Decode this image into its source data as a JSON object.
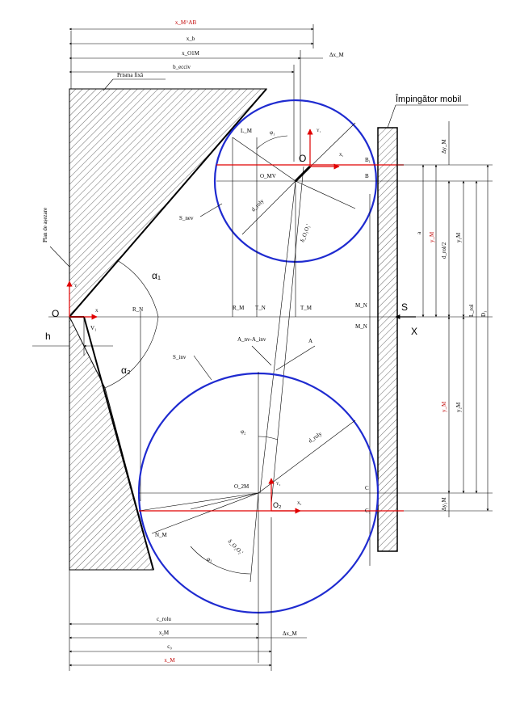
{
  "colors": {
    "circle": "#1f2bd0",
    "axis_red": "#e00000",
    "label_red": "#c00000",
    "line": "#000000"
  },
  "labels": {
    "top_red_dim": "x_M^AB",
    "top_dim2": "x_b",
    "top_dim3": "x_O1M",
    "top_dim3_right": "Δx_M",
    "top_dim4": "b_ecciv",
    "prism_fix": "Prisma fixă",
    "impingator": "Împingător mobil",
    "plan_asezare": "Plan de așezare",
    "s_lgv": "S_nev",
    "s_inv": "S_inv",
    "a_label": "A",
    "a_range": "A_nv-A_inv",
    "origin_o": "O",
    "origin_o1": "O",
    "origin_o2": "O₂",
    "point_o1m": "O_MV",
    "point_o2m": "O_2M",
    "point_b1": "B₁",
    "point_b": "B",
    "point_c": "C",
    "point_c1": "C₁",
    "point_s": "S",
    "point_x_arrow": "X",
    "point_h": "h",
    "point_v": "V₁",
    "point_r_left": "R_N",
    "point_r_mid": "R_M",
    "point_t_mid": "T_N",
    "point_t_right": "T_M",
    "point_m_upper": "M_N",
    "point_m_lower": "M_N",
    "point_n": "N_M",
    "point_l1m": "L_M",
    "alpha1": "α₁",
    "alpha2": "α₂",
    "phi1": "φ₁",
    "phi2": "φ₂",
    "phi3": "φ₃",
    "d_upper": "d_roly",
    "d_lower": "d_roly",
    "oo_upper": "δ_O₁O₁'",
    "oo_lower": "δ_O₂O₂'",
    "axis_x": "X",
    "axis_y": "Y",
    "axis_x1": "X₁",
    "axis_y1": "Y₁",
    "axis_x2": "X₂",
    "axis_y2": "Y₂",
    "right_dim_top": "Δy_M",
    "right_dim_a": "a",
    "right_dim_y1_red": "y_M",
    "right_dim_d": "d_rol/2",
    "right_dim_y1m": "y₁M",
    "right_dim_lrol": "L_rol",
    "right_dim_d1": "D₁",
    "right_dim_y2_red": "y_M",
    "right_dim_y2m": "y₂M",
    "right_dim_bottom": "Δy₂M",
    "bottom_dim1": "c_rolu",
    "bottom_dim2": "x₂M",
    "bottom_dim2_right": "Δx_M",
    "bottom_dim3": "c₀",
    "bottom_red": "x_M"
  }
}
